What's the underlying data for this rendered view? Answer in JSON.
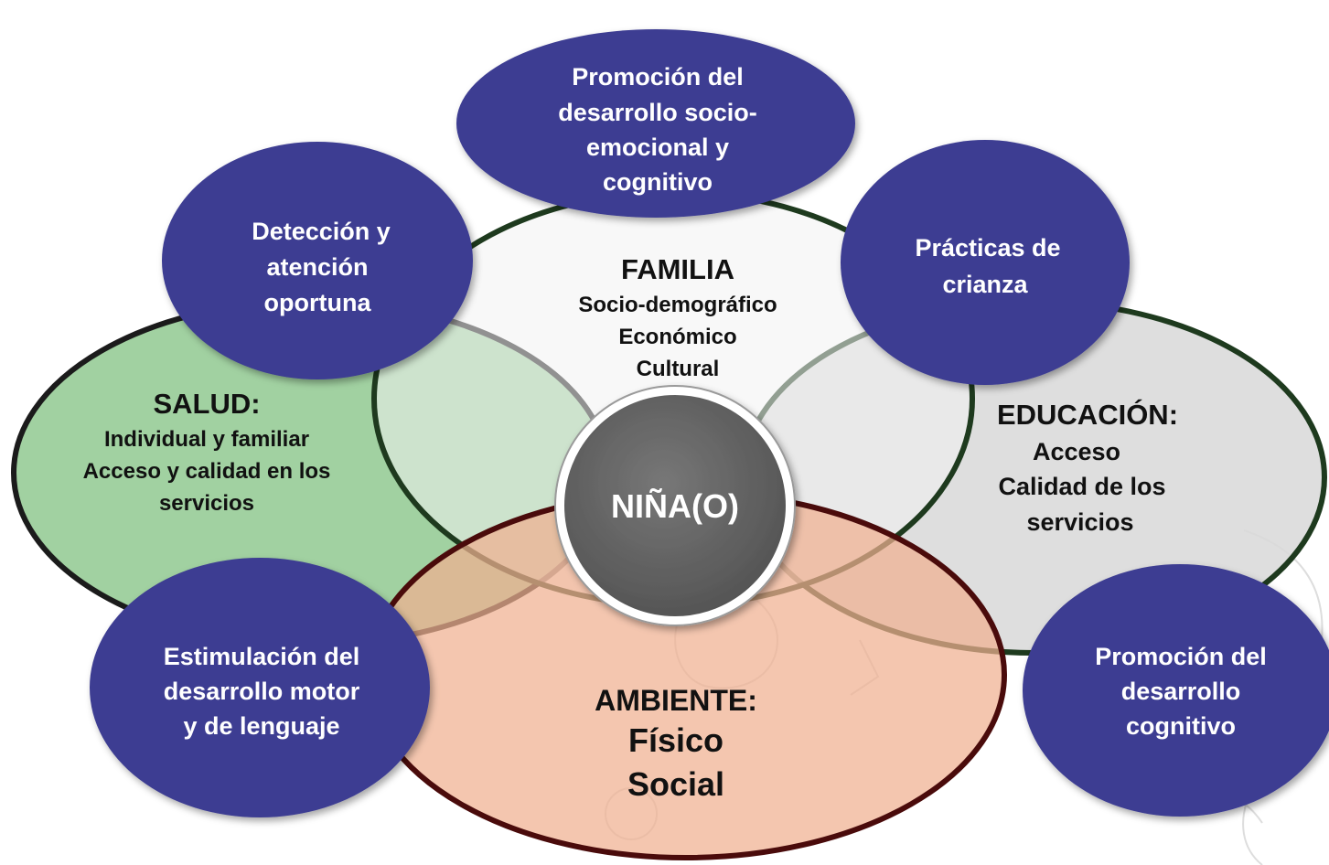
{
  "colors": {
    "bubble": "#3d3d92",
    "bubble_text": "#ffffff",
    "label_text": "#111111",
    "salud_fill": "#9ccf9c",
    "salud_stroke": "#1b1b1b",
    "familia_fill": "#f2f2f2",
    "familia_stroke": "#1e3a1e",
    "educacion_fill": "#d9d9d9",
    "educacion_stroke": "#1e3a1e",
    "ambiente_fill": "#f0b090",
    "ambiente_stroke": "#4a0b0b",
    "center_fill": "#666666"
  },
  "center": {
    "label": "NIÑA(O)"
  },
  "domains": {
    "familia": {
      "title": "FAMILIA",
      "lines": [
        "Socio-demográfico",
        "Económico",
        "Cultural"
      ]
    },
    "salud": {
      "title": "SALUD:",
      "lines": [
        "Individual y familiar",
        "Acceso y calidad en los",
        "servicios"
      ]
    },
    "educacion": {
      "title": "EDUCACIÓN:",
      "lines": [
        "Acceso",
        "Calidad de los",
        "servicios"
      ]
    },
    "ambiente": {
      "title": "AMBIENTE:",
      "lines": [
        "Físico",
        "Social"
      ]
    }
  },
  "bubbles": {
    "top": [
      "Promoción del",
      "desarrollo socio-",
      "emocional y",
      "cognitivo"
    ],
    "upper_left": [
      "Detección y",
      "atención",
      "oportuna"
    ],
    "upper_right": [
      "Prácticas de",
      "crianza"
    ],
    "lower_left": [
      "Estimulación del",
      "desarrollo motor",
      "y de lenguaje"
    ],
    "lower_right": [
      "Promoción del",
      "desarrollo",
      "cognitivo"
    ]
  }
}
